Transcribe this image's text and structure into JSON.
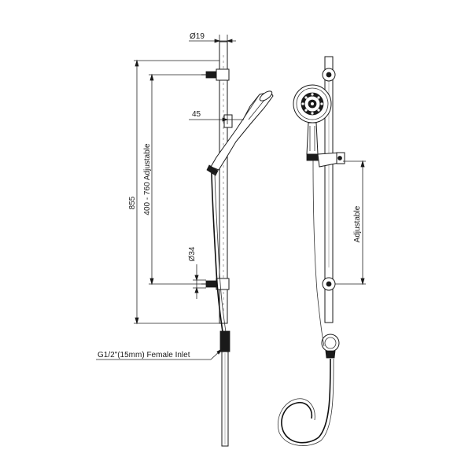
{
  "dimensions": {
    "rail_diameter": "Ø19",
    "handpiece_offset": "45",
    "overall_height": "855",
    "adjustable_range": "400 - 760 Adjustable",
    "bracket_diameter": "Ø34",
    "slider_adjustable": "Adjustable"
  },
  "callouts": {
    "inlet": "G1/2\"(15mm) Female Inlet"
  },
  "colors": {
    "line": "#1a1a1a",
    "background": "#ffffff"
  }
}
